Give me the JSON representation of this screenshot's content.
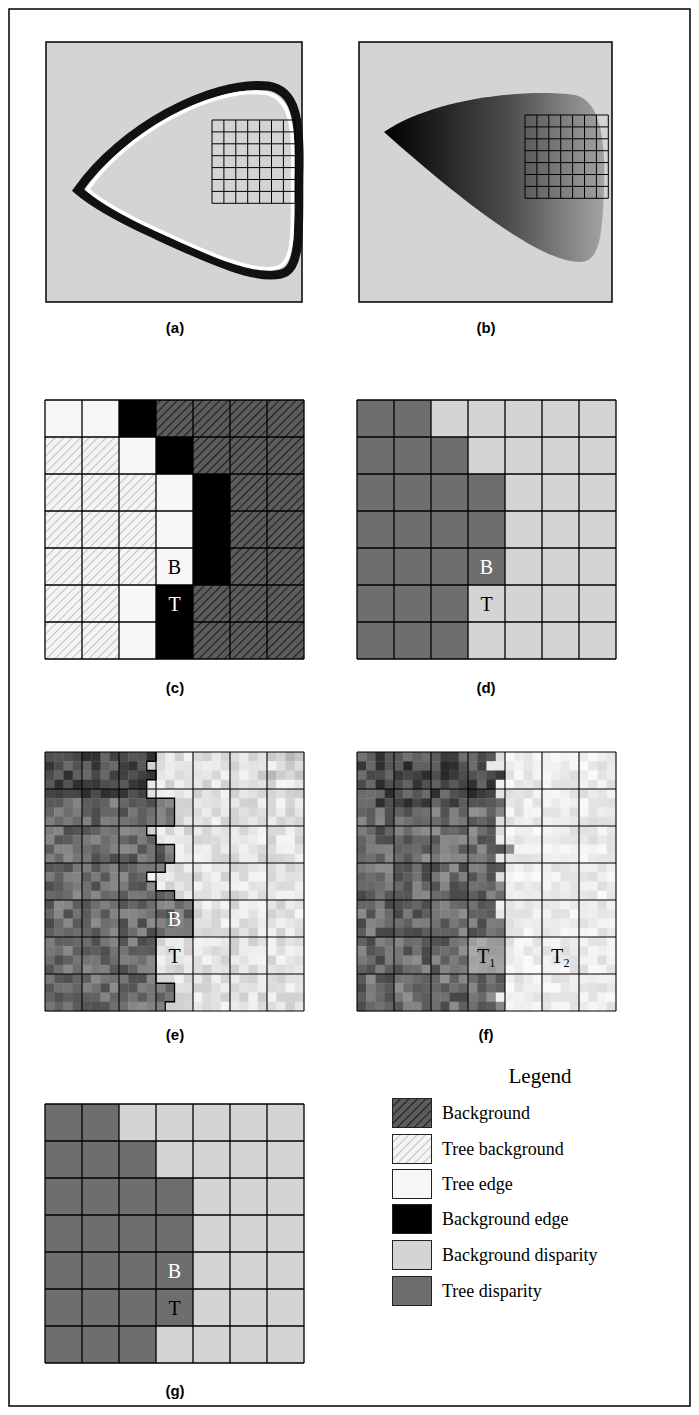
{
  "diagram": {
    "labels": [
      "(a)",
      "(b)",
      "B",
      "T",
      "(c)",
      "B",
      "T",
      "(d)",
      "B",
      "T",
      "(e)",
      "T₁",
      "T₂",
      "(f)",
      "Legend",
      "B",
      "T",
      "(g)"
    ],
    "legend": [
      {
        "text": "Background"
      },
      {
        "text": "Tree background"
      },
      {
        "text": "Tree edge",
        "color": "#f7f7f7"
      },
      {
        "text": "Background edge",
        "color": "#000000"
      },
      {
        "text": "Background disparity",
        "color": "#d4d4d4"
      },
      {
        "text": "Tree disparity",
        "color": "#6e6e6e"
      }
    ]
  }
}
